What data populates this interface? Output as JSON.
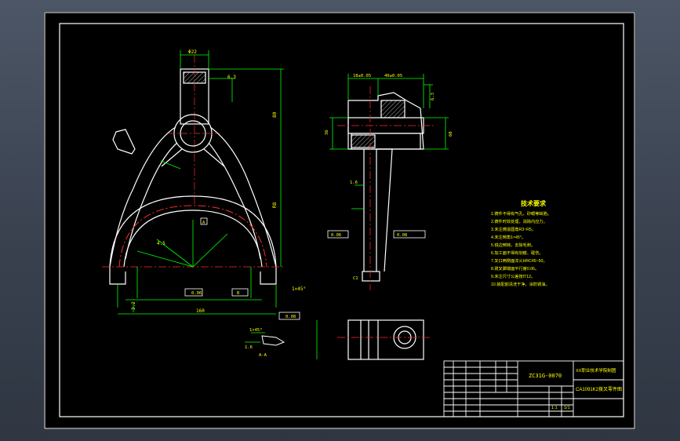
{
  "viewport_colors": {
    "bg_top": "#4c5666",
    "bg_bottom": "#2f3642",
    "sheet": "#000000",
    "line": "#ffffff",
    "dim": "#00ff00",
    "center": "#ff2a2a",
    "yellow": "#ffff00"
  },
  "title_block": {
    "drawing_number": "ZC31G-0070",
    "company": "XX职业技术学院制图",
    "part_name": "CA1091K2拨叉零件图",
    "scale": "1:1",
    "sheet": "1/1"
  },
  "tech_requirements": {
    "title": "技术要求",
    "items": [
      "1.铸件不得有气孔、砂眼等缺陷。",
      "2.铸件时效处理，消除内应力。",
      "3.未注铸造圆角R3~R5。",
      "4.未注倒角1×45°。",
      "5.锐边倒钝，去除毛刺。",
      "6.加工面不得有划痕、碰伤。",
      "7.叉口两侧面淬火HRC45~50。",
      "8.拨叉脚端面平行度0.06。",
      "9.未注尺寸公差按IT12。",
      "10.装配前清洗干净，涂防锈油。"
    ]
  },
  "dimensions": {
    "top_width": "Φ22",
    "side_top": "18±0.05",
    "side_top2": "40±0.05",
    "bottom_width": "160",
    "label_r": "R8",
    "label_h": "80",
    "label_t": "4.5",
    "ra1": "6.3",
    "ra2": "3.2",
    "ra3": "1.6",
    "right_h": "36",
    "right_h2": "60",
    "sec_label": "A-A",
    "tol1": "0.06",
    "tol2": "0.08",
    "datum_a": "A",
    "datum_b": "B",
    "ref": "1.6",
    "angle": "1×45°",
    "slot": "C1"
  }
}
